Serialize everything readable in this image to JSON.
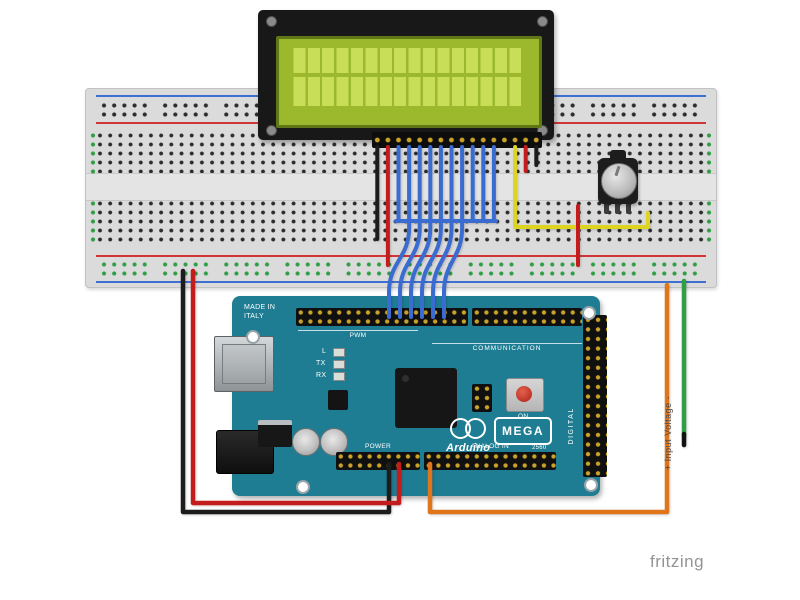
{
  "arduino": {
    "made_in_line1": "MADE IN",
    "made_in_line2": "ITALY",
    "pwm_label": "PWM",
    "communication_label": "COMMUNICATION",
    "led_l": "L",
    "led_tx": "TX",
    "led_rx": "RX",
    "led_on": "ON",
    "brand": "Arduino",
    "model": "MEGA",
    "mcu": "2560",
    "digital_label": "DIGITAL",
    "power_label": "POWER",
    "analog_label": "ANALOG IN"
  },
  "annotations": {
    "input_voltage_label": "+ Input Voltage -",
    "watermark": "fritzing"
  },
  "colors": {
    "board_teal": "#1e7d93",
    "breadboard_gray": "#dbdbdb",
    "lcd_pcb_black": "#181818",
    "lcd_screen_green": "#9cb82c",
    "lcd_char_green": "#c9de58",
    "wire_blue": "#3a6bd0",
    "wire_red": "#c41c1c",
    "wire_black": "#1c1c1c",
    "wire_yellow": "#ddd41f",
    "wire_orange": "#e0761c",
    "wire_green": "#2f9e44",
    "rail_red": "#d23535",
    "rail_blue": "#3f6fd0",
    "pin_gold": "#c9a227"
  }
}
